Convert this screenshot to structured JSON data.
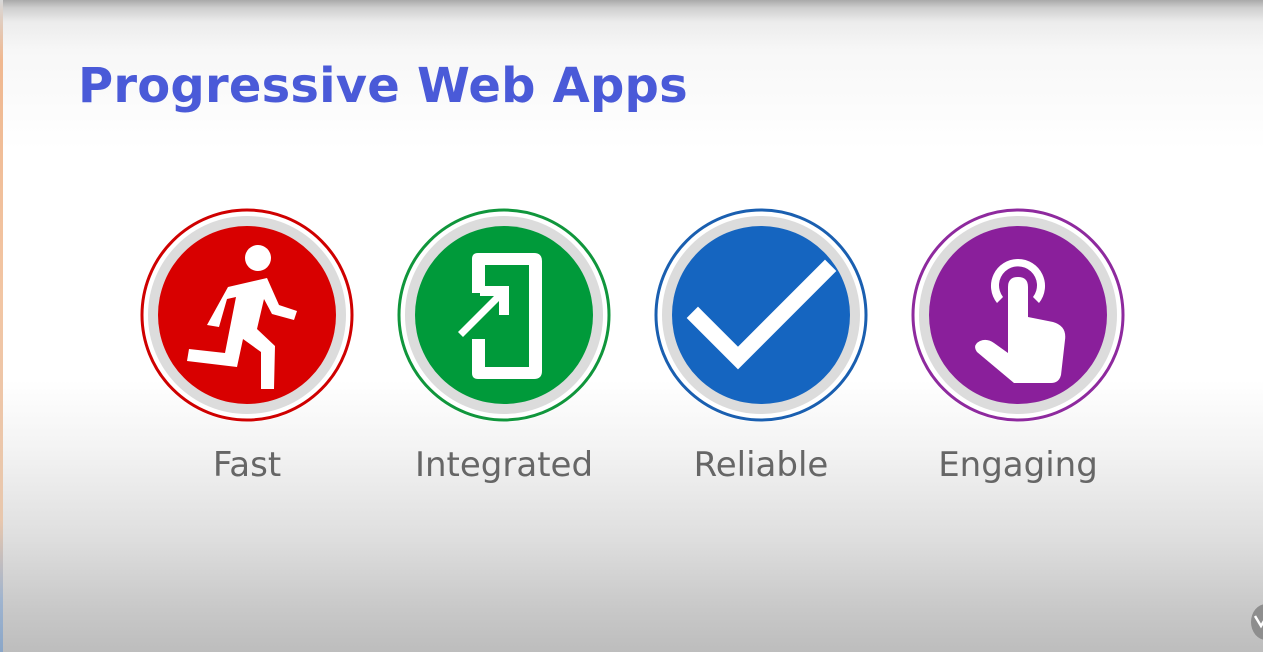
{
  "slide": {
    "title": "Progressive Web Apps"
  },
  "features": [
    {
      "label": "Fast",
      "icon": "running-person-icon",
      "color": "#d80000",
      "ring_color": "#cf0000"
    },
    {
      "label": "Integrated",
      "icon": "app-install-icon",
      "color": "#009a3a",
      "ring_color": "#10963c"
    },
    {
      "label": "Reliable",
      "icon": "checkmark-icon",
      "color": "#1565c0",
      "ring_color": "#1a5fb0"
    },
    {
      "label": "Engaging",
      "icon": "tap-hand-icon",
      "color": "#8a1f9b",
      "ring_color": "#8e2a9e"
    }
  ],
  "colors": {
    "title": "#4a5ad8",
    "label": "#666666",
    "badge_inner_ring": "#dcdcdc"
  }
}
